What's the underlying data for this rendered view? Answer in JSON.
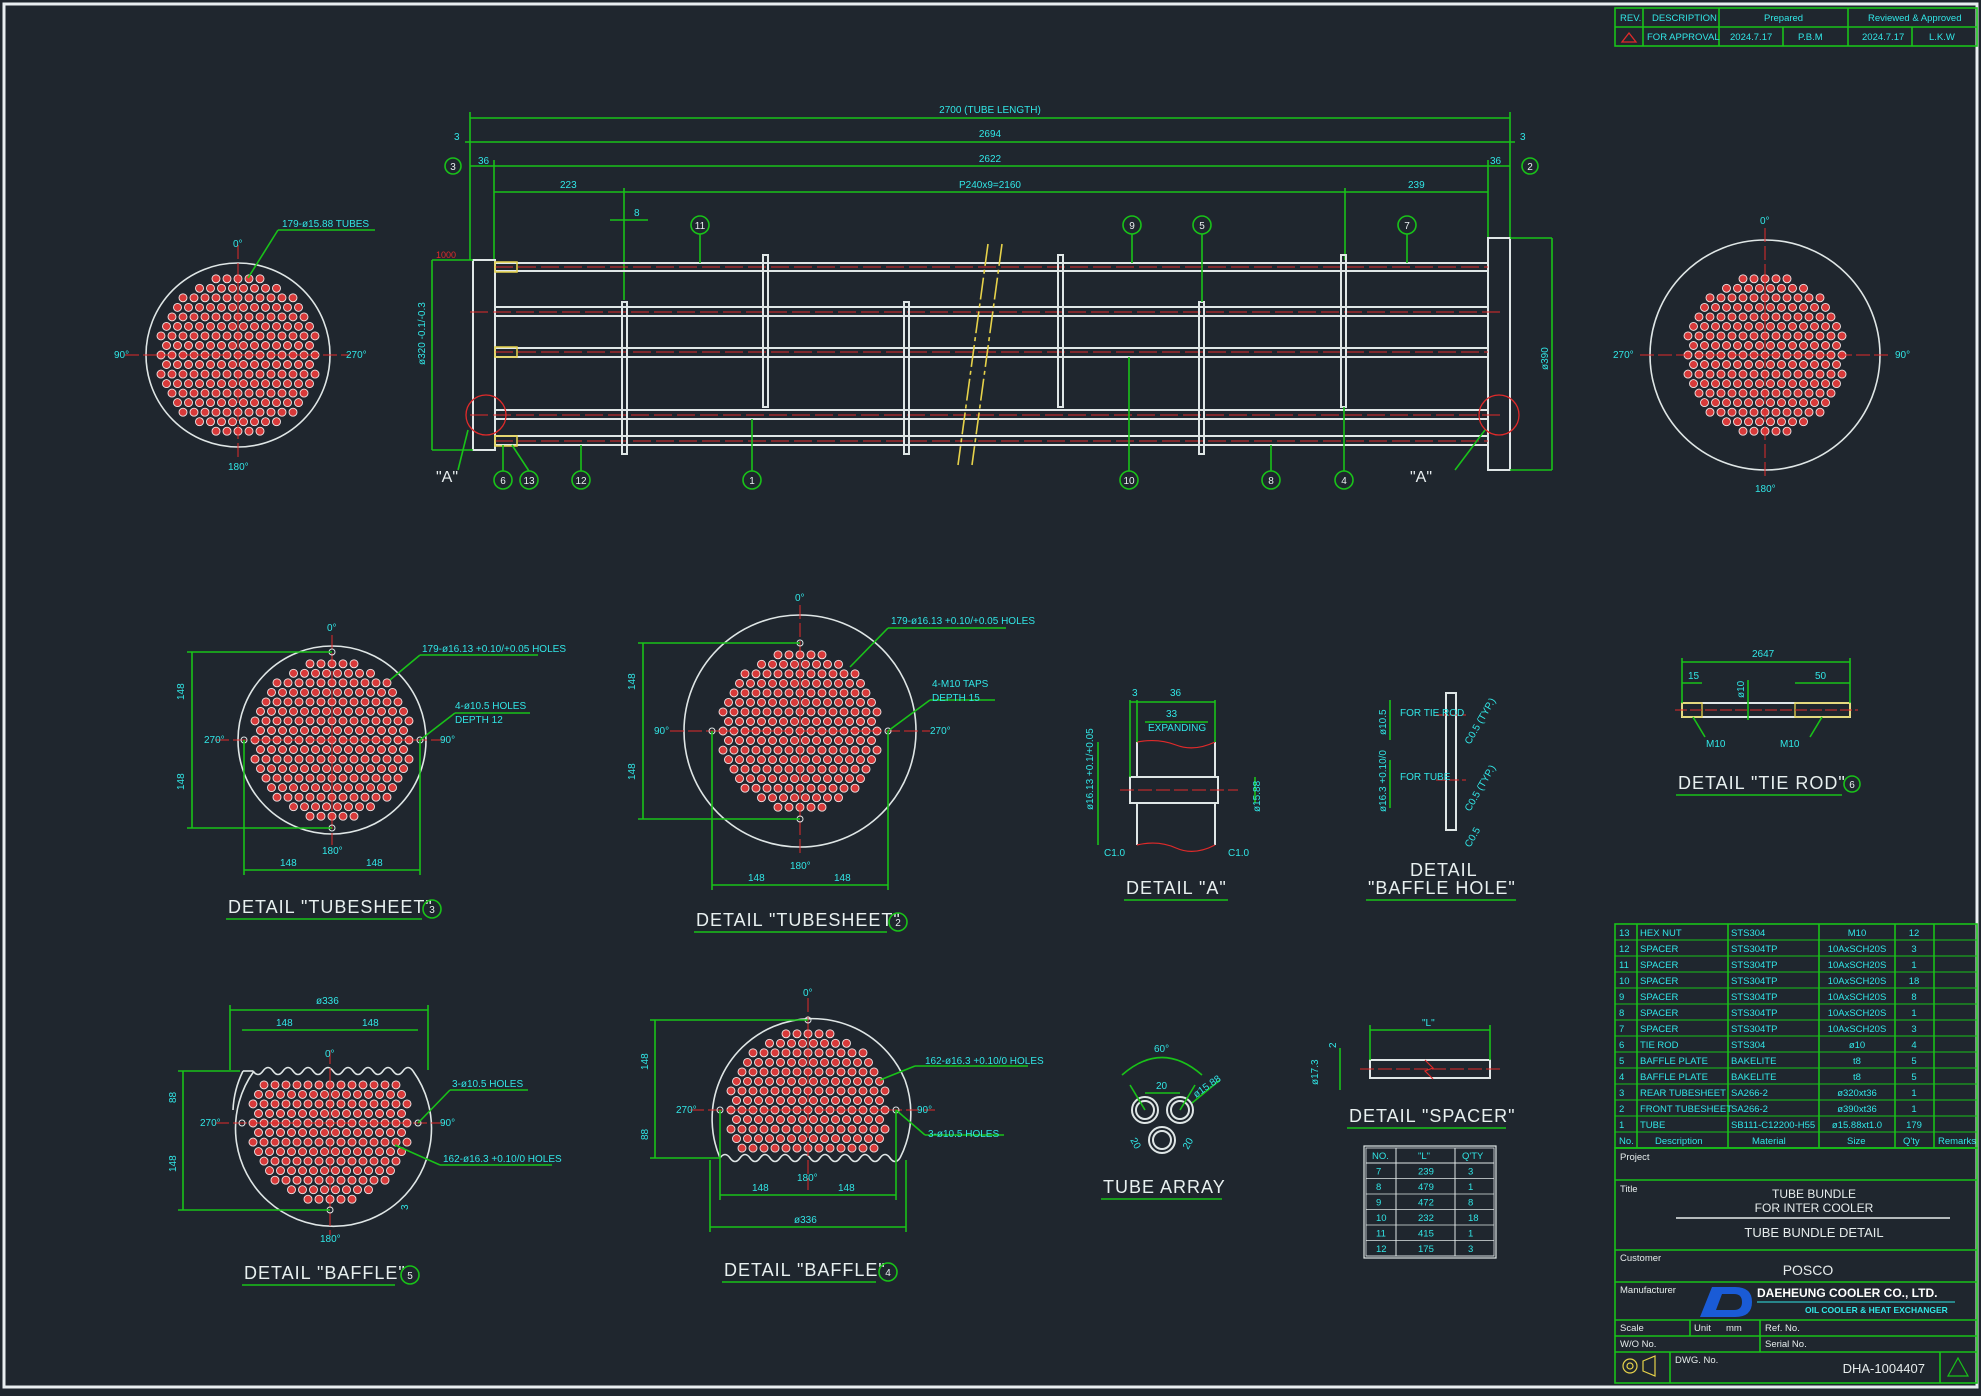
{
  "revision": {
    "headers": [
      "REV.",
      "DESCRIPTION",
      "Prepared",
      "",
      "Reviewed & Approved",
      ""
    ],
    "row": [
      "",
      "FOR APPROVAL",
      "2024.7.17",
      "P.B.M",
      "2024.7.17",
      "L.K.W"
    ]
  },
  "dims": {
    "tube_length": "2700 (TUBE LENGTH)",
    "d2694": "2694",
    "d2622": "2622",
    "d3a": "3",
    "d3b": "3",
    "d36a": "36",
    "d36b": "36",
    "d223": "223",
    "pitch": "P240x9=2160",
    "d239": "239",
    "d8": "8",
    "d1000": "1000",
    "d320": "ø320 -0.1/-0.3",
    "d390": "ø390"
  },
  "balloons": [
    "1",
    "2",
    "3",
    "4",
    "5",
    "6",
    "7",
    "8",
    "9",
    "10",
    "11",
    "12",
    "13"
  ],
  "views": {
    "left_tubes": "179-ø15.88 TUBES",
    "deg0": "0°",
    "deg90": "90°",
    "deg180": "180°",
    "deg270": "270°",
    "viewA": "\"A\""
  },
  "details": {
    "ts3_holes": "179-ø16.13 +0.10/+0.05 HOLES",
    "ts3_small": "4-ø10.5 HOLES",
    "ts3_depth": "DEPTH 12",
    "ts3_title": "DETAIL \"TUBESHEET\"",
    "ts2_holes": "179-ø16.13 +0.10/+0.05 HOLES",
    "ts2_taps": "4-M10 TAPS",
    "ts2_depth": "DEPTH 15",
    "ts2_title": "DETAIL \"TUBESHEET\"",
    "a_title": "DETAIL \"A\"",
    "a_3": "3",
    "a_36": "36",
    "a_33": "33",
    "a_expanding": "EXPANDING",
    "a_c10a": "C1.0",
    "a_c10b": "C1.0",
    "a_d16": "ø16.13 +0.1/+0.05",
    "a_d15": "ø15.88",
    "bh_title1": "DETAIL",
    "bh_title2": "\"BAFFLE HOLE\"",
    "bh_tierod": "FOR TIE ROD",
    "bh_tube": "FOR TUBE",
    "bh_d105": "ø10.5",
    "bh_d163": "ø16.3 +0.10/0",
    "bh_c05a": "C0.5 (TYP.)",
    "bh_c05b": "C0.5 (TYP.)",
    "bh_c05c": "C0.5",
    "tr_title": "DETAIL \"TIE ROD\"",
    "tr_2647": "2647",
    "tr_15": "15",
    "tr_50": "50",
    "tr_d10": "ø10",
    "tr_m10a": "M10",
    "tr_m10b": "M10",
    "b5_title": "DETAIL \"BAFFLE\"",
    "b5_d336": "ø336",
    "b5_holes": "3-ø10.5 HOLES",
    "b5_tholes": "162-ø16.3 +0.10/0 HOLES",
    "b4_title": "DETAIL \"BAFFLE\"",
    "b4_d336": "ø336",
    "b4_holes": "3-ø10.5 HOLES",
    "b4_tholes": "162-ø16.3 +0.10/0 HOLES",
    "d148": "148",
    "d88": "88",
    "d3": "3",
    "ta_title": "TUBE ARRAY",
    "ta_60": "60°",
    "ta_20a": "20",
    "ta_20b": "20",
    "ta_20c": "20",
    "ta_d": "ø15.88",
    "sp_title": "DETAIL \"SPACER\"",
    "sp_L": "\"L\"",
    "sp_2": "2",
    "sp_d": "ø17.3"
  },
  "spacer_table": {
    "headers": [
      "NO.",
      "\"L\"",
      "Q'TY"
    ],
    "rows": [
      [
        "7",
        "239",
        "3"
      ],
      [
        "8",
        "479",
        "1"
      ],
      [
        "9",
        "472",
        "8"
      ],
      [
        "10",
        "232",
        "18"
      ],
      [
        "11",
        "415",
        "1"
      ],
      [
        "12",
        "175",
        "3"
      ]
    ]
  },
  "bom": {
    "rows": [
      [
        "13",
        "HEX NUT",
        "STS304",
        "M10",
        "12",
        ""
      ],
      [
        "12",
        "SPACER",
        "STS304TP",
        "10AxSCH20S",
        "3",
        ""
      ],
      [
        "11",
        "SPACER",
        "STS304TP",
        "10AxSCH20S",
        "1",
        ""
      ],
      [
        "10",
        "SPACER",
        "STS304TP",
        "10AxSCH20S",
        "18",
        ""
      ],
      [
        "9",
        "SPACER",
        "STS304TP",
        "10AxSCH20S",
        "8",
        ""
      ],
      [
        "8",
        "SPACER",
        "STS304TP",
        "10AxSCH20S",
        "1",
        ""
      ],
      [
        "7",
        "SPACER",
        "STS304TP",
        "10AxSCH20S",
        "3",
        ""
      ],
      [
        "6",
        "TIE ROD",
        "STS304",
        "ø10",
        "4",
        ""
      ],
      [
        "5",
        "BAFFLE PLATE",
        "BAKELITE",
        "t8",
        "5",
        ""
      ],
      [
        "4",
        "BAFFLE PLATE",
        "BAKELITE",
        "t8",
        "5",
        ""
      ],
      [
        "3",
        "REAR TUBESHEET",
        "SA266-2",
        "ø320xt36",
        "1",
        ""
      ],
      [
        "2",
        "FRONT TUBESHEET",
        "SA266-2",
        "ø390xt36",
        "1",
        ""
      ],
      [
        "1",
        "TUBE",
        "SB111-C12200-H55",
        "ø15.88xt1.0",
        "179",
        ""
      ]
    ],
    "headers": [
      "No.",
      "Description",
      "Material",
      "Size",
      "Q'ty",
      "Remarks"
    ]
  },
  "title_block": {
    "project_label": "Project",
    "title_label": "Title",
    "title_line1": "TUBE BUNDLE",
    "title_line2": "FOR INTER COOLER",
    "title_line3": "TUBE BUNDLE DETAIL",
    "customer_label": "Customer",
    "customer": "POSCO",
    "manufacturer_label": "Manufacturer",
    "manufacturer": "DAEHEUNG COOLER CO., LTD.",
    "manufacturer_sub": "OIL COOLER & HEAT EXCHANGER",
    "scale_label": "Scale",
    "unit_label": "Unit",
    "unit": "mm",
    "ref_label": "Ref. No.",
    "wo_label": "W/O No.",
    "serial_label": "Serial No.",
    "dwg_label": "DWG. No.",
    "dwg_no": "DHA-1004407"
  },
  "colors": {
    "background": "#1f262e",
    "dimension": "#19c219",
    "text": "#31e6e6",
    "outline": "#dfe6e6",
    "center": "#e02a2a"
  }
}
